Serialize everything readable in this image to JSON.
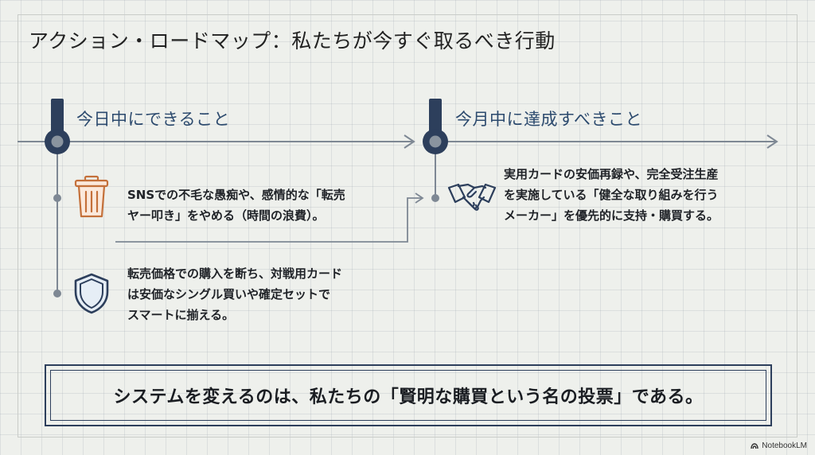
{
  "title": "アクション・ロードマップ：私たちが今すぐ取るべき行動",
  "phases": [
    {
      "label": "今日中にできること",
      "items": [
        {
          "icon": "trash-can-icon",
          "lines": [
            "SNSでの不毛な愚痴や、感情的な「転売",
            "ヤー叩き」をやめる（時間の浪費）。"
          ]
        },
        {
          "icon": "shield-icon",
          "lines": [
            "転売価格での購入を断ち、対戦用カード",
            "は安価なシングル買いや確定セットで",
            "スマートに揃える。"
          ]
        }
      ]
    },
    {
      "label": "今月中に達成すべきこと",
      "items": [
        {
          "icon": "handshake-icon",
          "lines": [
            "実用カードの安価再録や、完全受注生産",
            "を実施している「健全な取り組みを行う",
            "メーカー」を優先的に支持・購買する。"
          ]
        }
      ]
    }
  ],
  "conclusion": "システムを変えるのは、私たちの「賢明な購買という名の投票」である。",
  "watermark": "NotebookLM",
  "colors": {
    "navy": "#2d3f5c",
    "line": "#7e8894",
    "accent_icon": "#c4703a"
  }
}
